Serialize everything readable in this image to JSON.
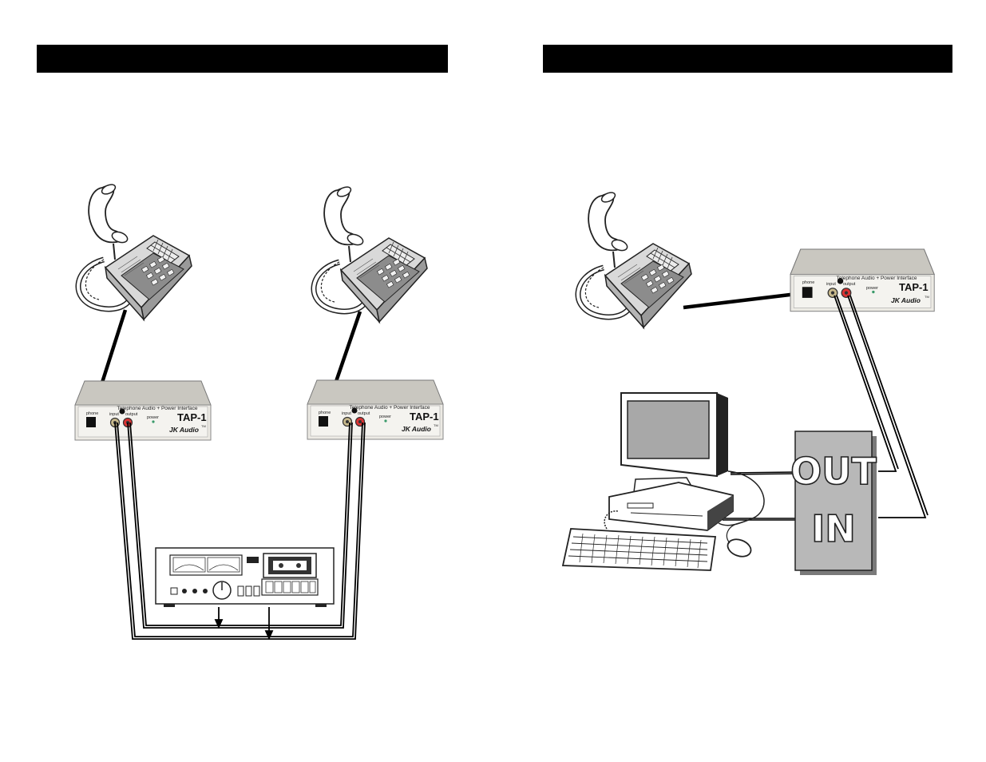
{
  "page_headers": {
    "left": "",
    "right": ""
  },
  "tap_unit": {
    "title": "Telephone Audio + Power Interface",
    "model": "TAP-1",
    "brand": "JK Audio",
    "tm": "TM",
    "labels": {
      "phone": "phone",
      "input": "input",
      "output": "output",
      "power": "power"
    }
  },
  "interface_box": {
    "top_label": "OUT",
    "bottom_label": "IN"
  },
  "colors": {
    "cable": "#000000",
    "device_body": "#eceae4",
    "device_top": "#c9c7c0",
    "box_fill": "#b8b8b8"
  }
}
